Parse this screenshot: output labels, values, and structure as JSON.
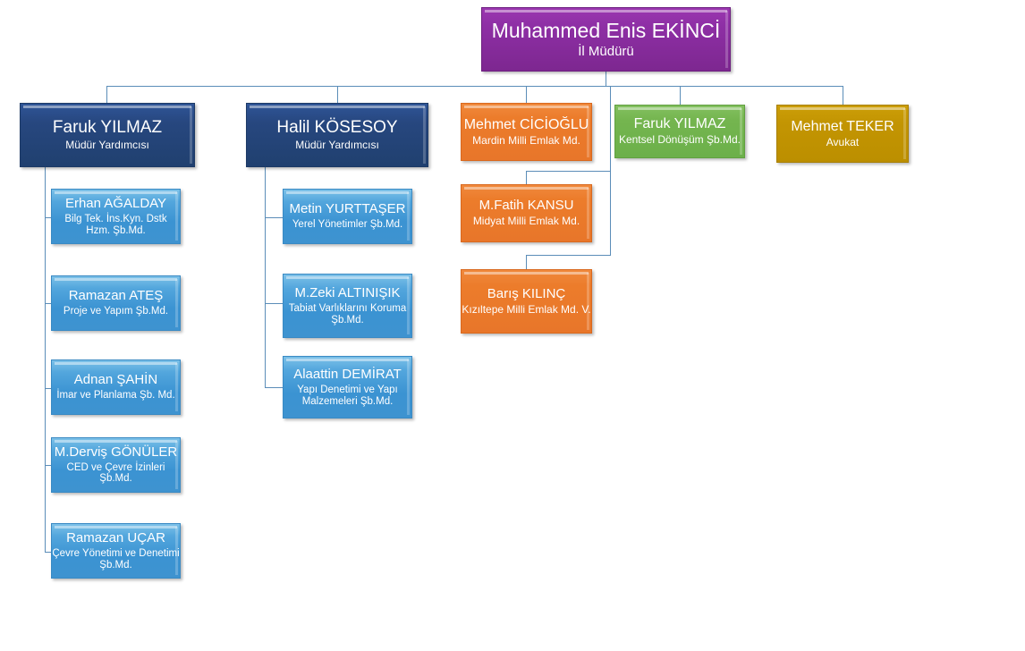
{
  "chart_type": "organization-chart",
  "nodes": {
    "director": {
      "name": "Muhammed Enis EKİNCİ",
      "role": "İl Müdürü",
      "color": "#8e2fa5"
    },
    "deputy_1": {
      "name": "Faruk YILMAZ",
      "role": "Müdür Yardımcısı",
      "color": "#27477f"
    },
    "deputy_2": {
      "name": "Halil KÖSESOY",
      "role": "Müdür Yardımcısı",
      "color": "#27477f"
    },
    "emlak_head": {
      "name": "Mehmet CİCİOĞLU",
      "role": "Mardin Milli Emlak Md.",
      "color": "#ec7c2b"
    },
    "kentsel": {
      "name": "Faruk YILMAZ",
      "role": "Kentsel Dönüşüm Şb.Md.",
      "color": "#74b54f"
    },
    "avukat": {
      "name": "Mehmet TEKER",
      "role": "Avukat",
      "color": "#c39502"
    },
    "d1_c1": {
      "name": "Erhan AĞALDAY",
      "role": "Bilg Tek. İns.Kyn. Dstk Hzm. Şb.Md.",
      "color": "#3b93d2"
    },
    "d1_c2": {
      "name": "Ramazan ATEŞ",
      "role": "Proje ve Yapım Şb.Md.",
      "color": "#3b93d2"
    },
    "d1_c3": {
      "name": "Adnan ŞAHİN",
      "role": "İmar ve Planlama Şb. Md.",
      "color": "#3b93d2"
    },
    "d1_c4": {
      "name": "M.Derviş GÖNÜLER",
      "role": "CED ve Çevre İzinleri Şb.Md.",
      "color": "#3b93d2"
    },
    "d1_c5": {
      "name": "Ramazan UÇAR",
      "role": "Çevre Yönetimi ve Denetimi Şb.Md.",
      "color": "#3b93d2"
    },
    "d2_c1": {
      "name": "Metin YURTTAŞER",
      "role": "Yerel Yönetimler Şb.Md.",
      "color": "#3b93d2"
    },
    "d2_c2": {
      "name": "M.Zeki ALTINIŞIK",
      "role": "Tabiat Varlıklarını Koruma Şb.Md.",
      "color": "#3b93d2"
    },
    "d2_c3": {
      "name": "Alaattin DEMİRAT",
      "role": "Yapı Denetimi ve Yapı Malzemeleri Şb.Md.",
      "color": "#3b93d2"
    },
    "em_c1": {
      "name": "M.Fatih KANSU",
      "role": "Midyat Milli Emlak Md.",
      "color": "#ec7c2b"
    },
    "em_c2": {
      "name": "Barış KILINÇ",
      "role": "Kızıltepe Milli Emlak Md. V.",
      "color": "#ec7c2b"
    }
  }
}
